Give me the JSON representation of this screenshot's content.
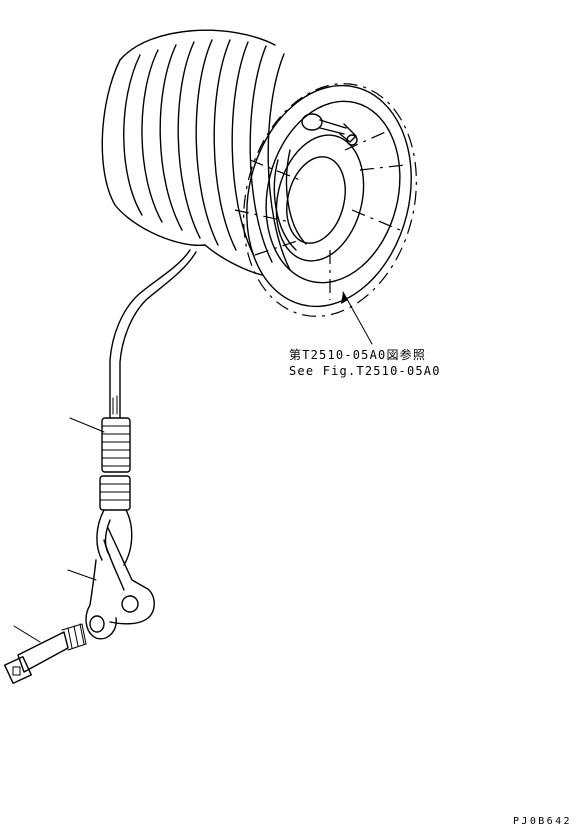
{
  "reference": {
    "japanese": "第T2510-05A0図参照",
    "english": "See Fig.T2510-05A0"
  },
  "drawing_code": "PJ0B642"
}
